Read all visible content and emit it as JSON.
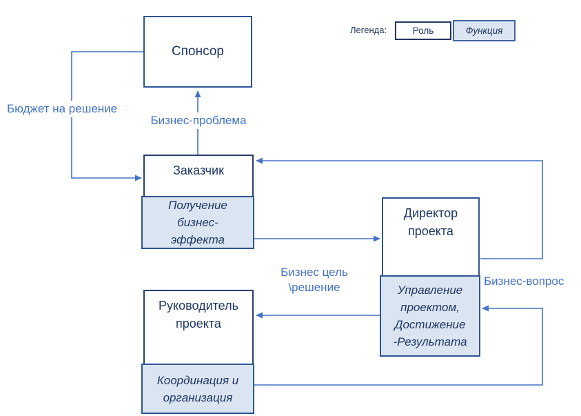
{
  "legend": {
    "title": "Легенда:",
    "role": "Роль",
    "function": "Функция"
  },
  "nodes": {
    "sponsor": {
      "role": "Спонсор"
    },
    "customer": {
      "role": "Заказчик",
      "function": "Получение\nбизнес-\nэффекта"
    },
    "director": {
      "role": "Директор\nпроекта",
      "function": "Управление\nпроектом,\nДостижение\n-Результата"
    },
    "manager": {
      "role": "Руководитель\nпроекта",
      "function": "Координация и\nорганизация"
    }
  },
  "edge_labels": {
    "budget": "Бюджет на решение",
    "business_problem": "Бизнес-проблема",
    "business_goal": "Бизнес цель\n\\решение",
    "business_question": "Бизнес-вопрос"
  },
  "colors": {
    "connector_line": "#4472c4",
    "box_border": "#2e5496",
    "function_fill": "#dbe5f1",
    "node_text": "#1f3864",
    "edge_label_text": "#4472c4"
  }
}
